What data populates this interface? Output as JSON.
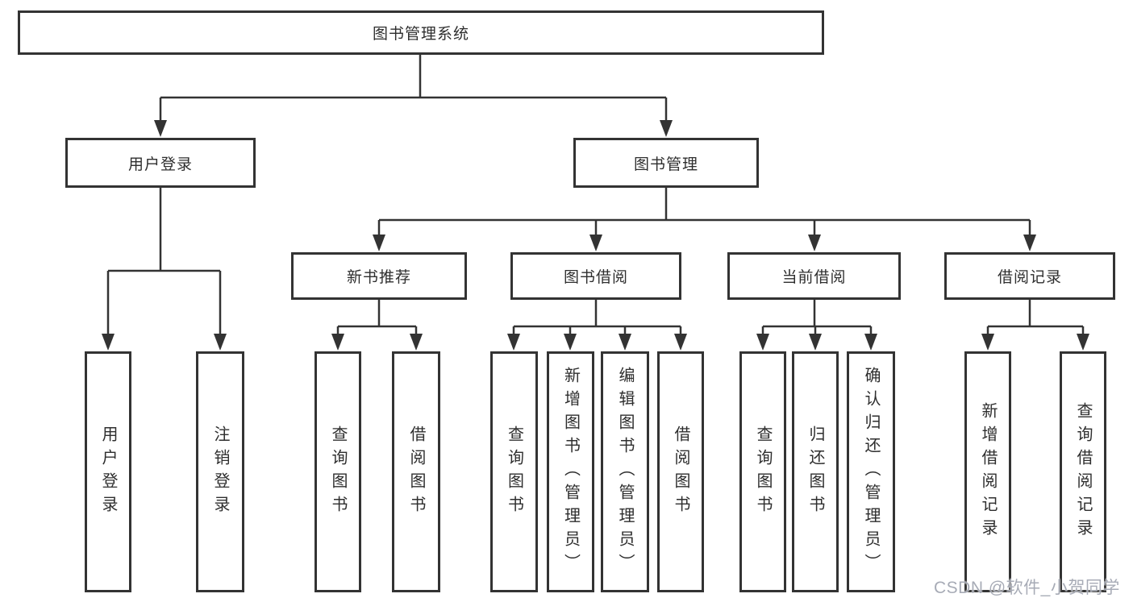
{
  "root": {
    "label": "图书管理系统"
  },
  "level2": [
    {
      "label": "用户登录"
    },
    {
      "label": "图书管理"
    }
  ],
  "level3": [
    {
      "label": "新书推荐"
    },
    {
      "label": "图书借阅"
    },
    {
      "label": "当前借阅"
    },
    {
      "label": "借阅记录"
    }
  ],
  "leaves": [
    {
      "label": "用户登录"
    },
    {
      "label": "注销登录"
    },
    {
      "label": "查询图书"
    },
    {
      "label": "借阅图书"
    },
    {
      "label": "查询图书"
    },
    {
      "label": "新增图书（管理员）"
    },
    {
      "label": "编辑图书（管理员）"
    },
    {
      "label": "借阅图书"
    },
    {
      "label": "查询图书"
    },
    {
      "label": "归还图书"
    },
    {
      "label": "确认归还（管理员）"
    },
    {
      "label": "新增借阅记录"
    },
    {
      "label": "查询借阅记录"
    }
  ],
  "watermark": {
    "text": "CSDN @软件_小贺同学"
  },
  "colors": {
    "line": "#333333",
    "box_border": "#333333",
    "box_fill": "#ffffff",
    "text": "#2e2e2e",
    "watermark": "#8a8f9e"
  }
}
